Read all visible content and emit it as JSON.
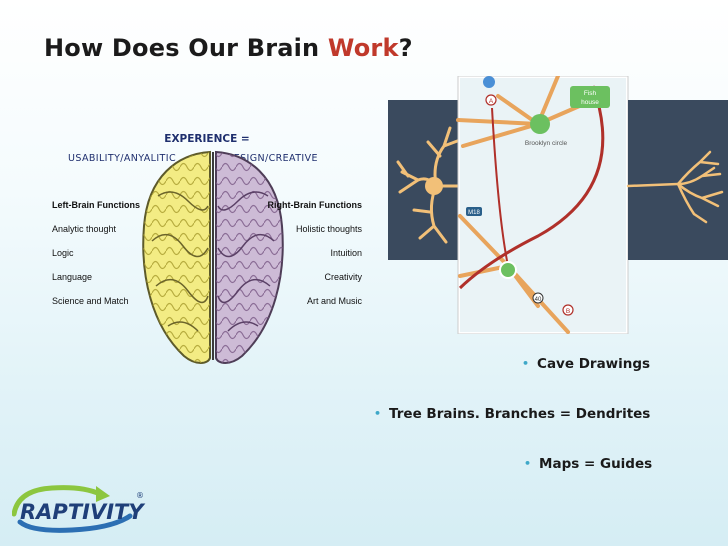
{
  "slide": {
    "title_main": "How Does Our Brain ",
    "title_accent": "Work",
    "title_end": "?",
    "accent_color": "#c0392b"
  },
  "brain_diagram": {
    "experience_title": "EXPERIENCE =",
    "left_term": "USABILITY/ANYALITIC",
    "plus": "+",
    "right_term": "DESIGN/CREATIVE",
    "left_header": "Left-Brain Functions",
    "left_items": [
      "Analytic thought",
      "Logic",
      "Language",
      "Science and Match"
    ],
    "right_header": "Right-Brain Functions",
    "right_items": [
      "Holistic thoughts",
      "Intuition",
      "Creativity",
      "Art and Music"
    ]
  },
  "map": {
    "place_label_1": "Fish",
    "place_label_2": "house",
    "circle_label": "Brooklyn circle",
    "route_badge": "M18",
    "marker_a": "A",
    "marker_b": "B",
    "route_number": "40"
  },
  "bullets": [
    "Cave Drawings",
    "Tree Brains. Branches = Dendrites",
    "Maps = Guides"
  ],
  "logo": {
    "text": "RAPTIVITY",
    "registered": "®"
  }
}
